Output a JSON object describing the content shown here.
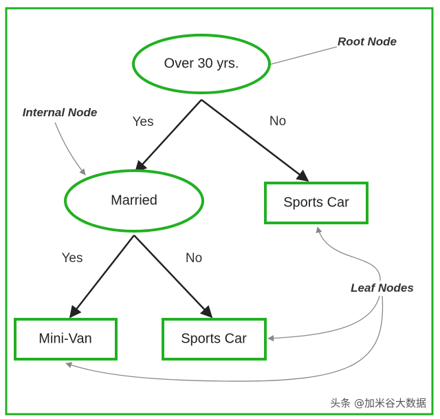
{
  "colors": {
    "frame": "#22b022",
    "node_border": "#22b022",
    "edge": "#222222",
    "callout": "#888888",
    "background": "#ffffff"
  },
  "nodes": {
    "root": {
      "label": "Over 30 yrs.",
      "shape": "ellipse"
    },
    "married": {
      "label": "Married",
      "shape": "ellipse"
    },
    "sports_car_top": {
      "label": "Sports Car",
      "shape": "rectangle"
    },
    "mini_van": {
      "label": "Mini-Van",
      "shape": "rectangle"
    },
    "sports_car_bottom": {
      "label": "Sports Car",
      "shape": "rectangle"
    }
  },
  "edges": {
    "root_yes": "Yes",
    "root_no": "No",
    "married_yes": "Yes",
    "married_no": "No"
  },
  "callouts": {
    "root_node": "Root Node",
    "internal_node": "Internal Node",
    "leaf_nodes": "Leaf Nodes"
  },
  "watermark": "头条 @加米谷大数据"
}
